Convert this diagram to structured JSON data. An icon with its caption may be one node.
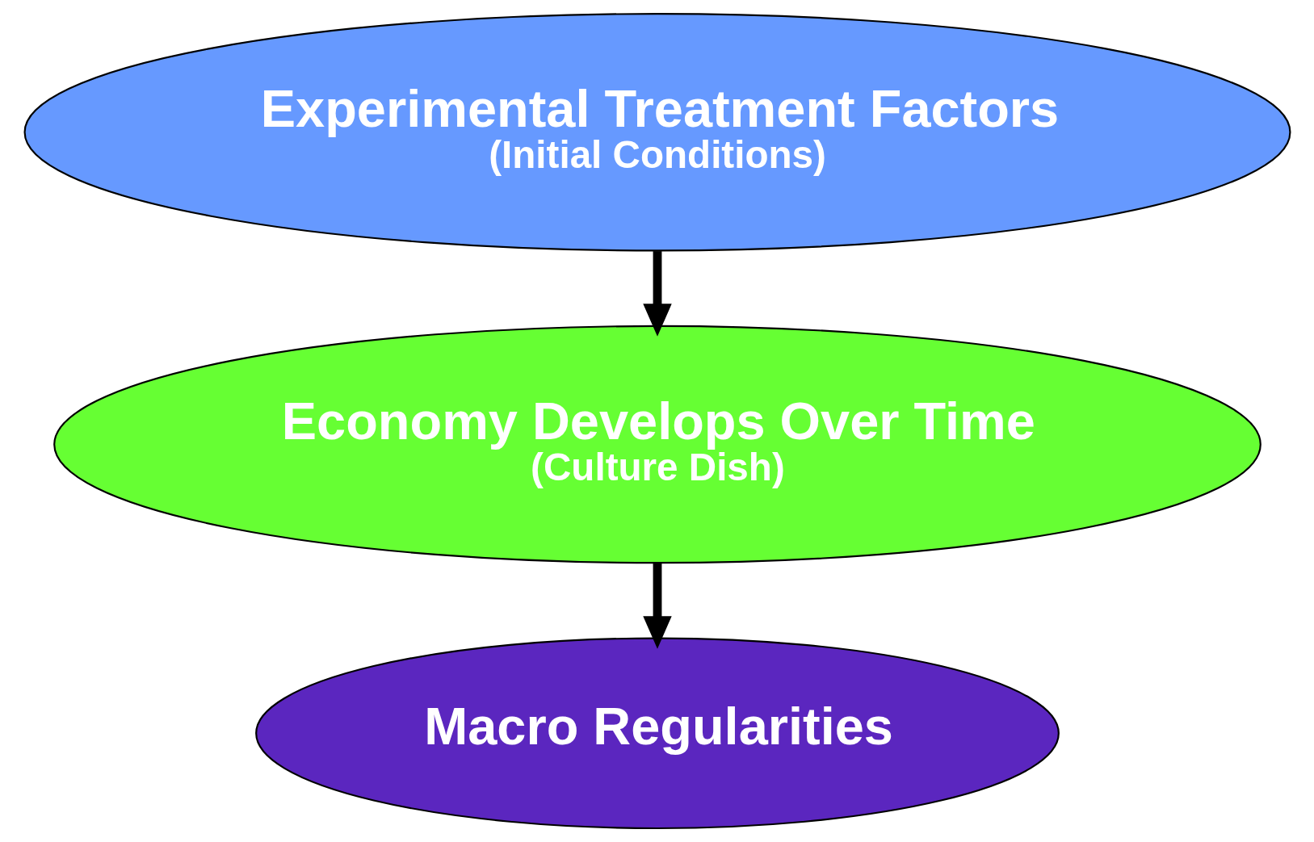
{
  "diagram": {
    "nodes": [
      {
        "text": [
          "Experimental Treatment Factors",
          "(Initial Conditions)"
        ]
      },
      {
        "text": [
          "Economy Develops Over Time",
          "(Culture Dish)"
        ]
      },
      {
        "text": [
          "Macro Regularities"
        ]
      }
    ],
    "edges": [
      {
        "from": 0,
        "to": 1,
        "arrow": "to"
      },
      {
        "from": 1,
        "to": 2,
        "arrow": "to"
      }
    ]
  }
}
